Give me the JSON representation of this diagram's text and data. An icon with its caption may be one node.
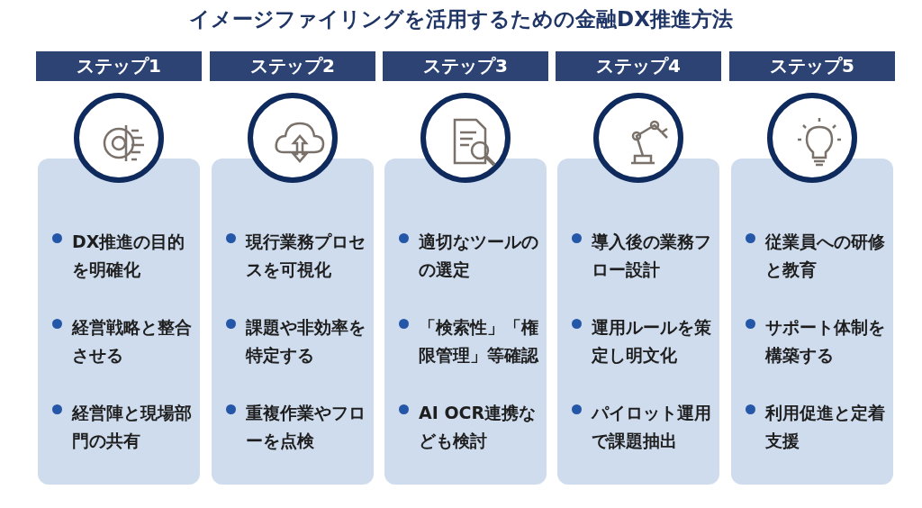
{
  "diagram": {
    "title": "イメージファイリングを活用するための金融DX推進方法",
    "nodes": [
      {
        "text": [
          "ステップ1"
        ]
      },
      {
        "text": [
          "DX推進の目的を明確化",
          "経営戦略と整合させる",
          "経営陣と現場部門の共有"
        ]
      },
      {
        "text": [
          "ステップ2"
        ]
      },
      {
        "text": [
          "現行業務プロセスを可視化",
          "課題や非効率を特定する",
          "重複作業やフローを点検"
        ]
      },
      {
        "text": [
          "ステップ3"
        ]
      },
      {
        "text": [
          "適切なツールのの選定",
          "「検索性」「権限管理」等確認",
          "AI OCR連携なども検討"
        ]
      },
      {
        "text": [
          "ステップ4"
        ]
      },
      {
        "text": [
          "導入後の業務フロー設計",
          "運用ルールを策定し明文化",
          "パイロット運用で課題抽出"
        ]
      },
      {
        "text": [
          "ステップ5"
        ]
      },
      {
        "text": [
          "従業員への研修と教育",
          "サポート体制を構築する",
          "利用促進と定着支援"
        ]
      }
    ],
    "edges": []
  }
}
